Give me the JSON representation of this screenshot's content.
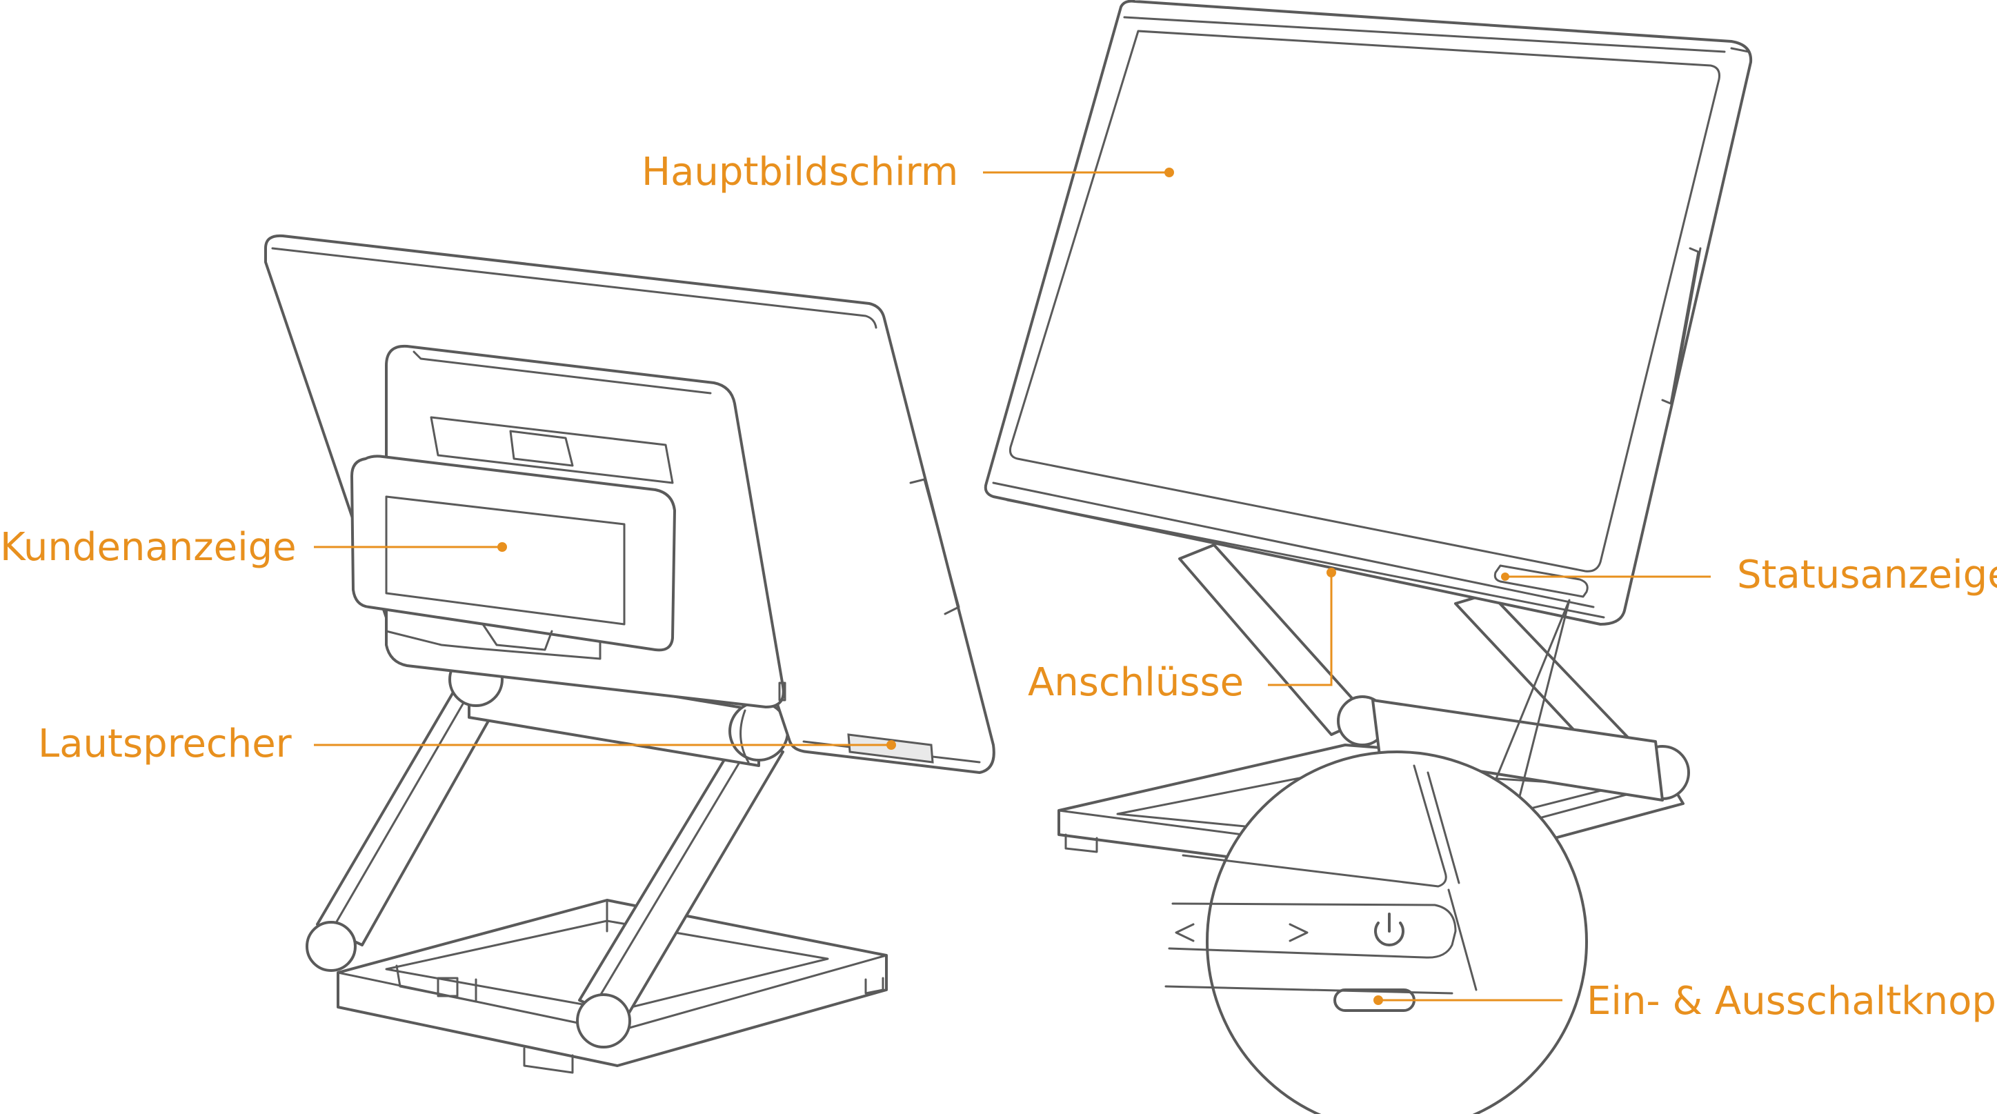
{
  "labels": {
    "hauptbildschirm": "Hauptbildschirm",
    "kundenanzeige": "Kundenanzeige",
    "lautsprecher": "Lautsprecher",
    "anschluesse": "Anschlüsse",
    "statusanzeige": "Statusanzeige",
    "power_button": "Ein- & Ausschaltknopf"
  },
  "colors": {
    "accent": "#E8901E",
    "line": "#5a5a5a",
    "background": "#ffffff"
  },
  "icons": {
    "nav_prev": "<",
    "nav_next": ">"
  }
}
